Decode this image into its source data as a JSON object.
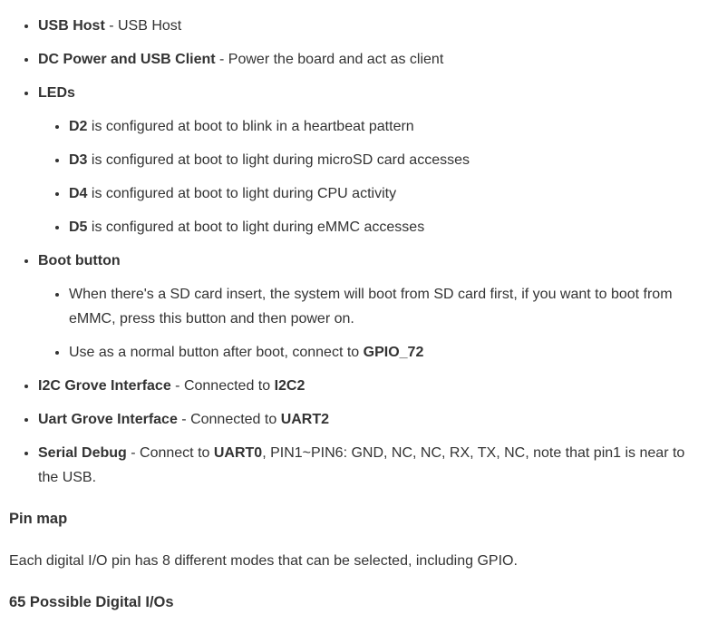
{
  "list": {
    "usb_host": {
      "term": "USB Host",
      "desc": " - USB Host"
    },
    "dc_power": {
      "term": "DC Power and USB Client",
      "desc": " - Power the board and act as client"
    },
    "leds": {
      "term": "LEDs",
      "items": [
        {
          "term": "D2",
          "desc": " is configured at boot to blink in a heartbeat pattern"
        },
        {
          "term": "D3",
          "desc": " is configured at boot to light during microSD card accesses"
        },
        {
          "term": "D4",
          "desc": " is configured at boot to light during CPU activity"
        },
        {
          "term": "D5",
          "desc": " is configured at boot to light during eMMC accesses"
        }
      ]
    },
    "boot_button": {
      "term": "Boot button",
      "items": [
        {
          "desc": "When there's a SD card insert, the system will boot from SD card first, if you want to boot from eMMC, press this button and then power on."
        },
        {
          "desc": "Use as a normal button after boot, connect to ",
          "strong": "GPIO_72"
        }
      ]
    },
    "i2c_grove": {
      "term": "I2C Grove Interface",
      "desc": " - Connected to ",
      "strong": "I2C2"
    },
    "uart_grove": {
      "term": "Uart Grove Interface",
      "desc": " - Connected to ",
      "strong": "UART2"
    },
    "serial_debug": {
      "term": "Serial Debug",
      "desc": " - Connect to ",
      "strong": "UART0",
      "desc2": ", PIN1~PIN6: GND, NC, NC, RX, TX, NC, note that pin1 is near to the USB."
    }
  },
  "pin_map": {
    "heading": "Pin map",
    "paragraph": "Each digital I/O pin has 8 different modes that can be selected, including GPIO."
  },
  "digital_ios": {
    "heading": "65 Possible Digital I/Os"
  }
}
